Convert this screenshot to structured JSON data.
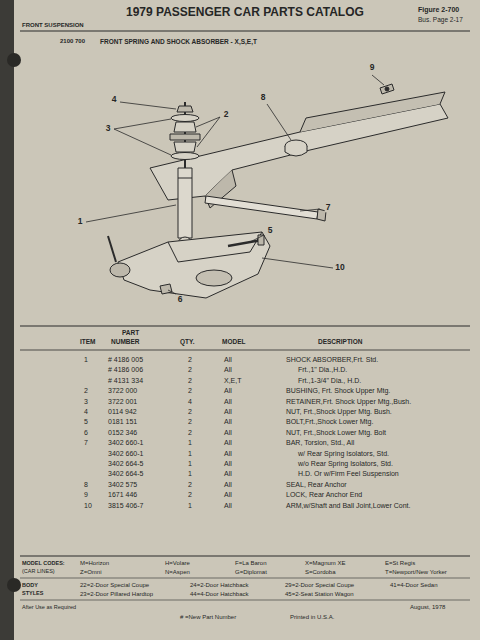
{
  "diagram": {
    "title": "1979 PASSENGER CAR PARTS CATALOG",
    "labels": [
      "FRONT SUSPENSION",
      "Figure 2-700",
      "Bus. Page 2-17",
      "2100 700",
      "FRONT SPRING AND SHOCK ABSORBER - X,S,E,T",
      "9",
      "4",
      "3",
      "2",
      "8",
      "1",
      "7",
      "5",
      "10",
      "6",
      "ITEM",
      "PART",
      "NUMBER",
      "QTY.",
      "MODEL",
      "DESCRIPTION",
      "1",
      "# 4186 005",
      "2",
      "All",
      "SHOCK ABSORBER,Frt. Std.",
      "# 4186 006",
      "2",
      "All",
      "Frt.,1\" Dia.,H.D.",
      "# 4131 334",
      "2",
      "X,E,T",
      "Frt.,1-3/4\" Dia., H.D.",
      "2",
      "3722 000",
      "2",
      "All",
      "BUSHING, Frt. Shock Upper Mtg.",
      "3",
      "3722 001",
      "4",
      "All",
      "RETAINER,Frt. Shock Upper Mtg.,Bush.",
      "4",
      "0114 942",
      "2",
      "All",
      "NUT, Frt.,Shock Upper Mtg. Bush.",
      "5",
      "0181 151",
      "2",
      "All",
      "BOLT,Frt.,Shock Lower Mtg.",
      "6",
      "0152 346",
      "2",
      "All",
      "NUT, Frt.,Shock Lower Mtg. Bolt",
      "7",
      "3402 660-1",
      "1",
      "All",
      "BAR, Torsion, Std., All",
      "3402 660-1",
      "1",
      "All",
      "w/ Rear Spring Isolators, Std.",
      "3402 664-5",
      "1",
      "All",
      "w/o Rear Spring Isolators, Std.",
      "3402 664-5",
      "1",
      "All",
      "H.D. Or w/Firm Feel Suspension",
      "8",
      "3402 575",
      "2",
      "All",
      "SEAL, Rear Anchor",
      "9",
      "1671 446",
      "2",
      "All",
      "LOCK, Rear Anchor End",
      "10",
      "3815 406-7",
      "1",
      "All",
      "ARM,w/Shaft and Ball Joint,Lower Cont.",
      "MODEL CODES:",
      "(CAR LINES)",
      "M=Horizon",
      "H=Volare",
      "F=La Baron",
      "X=Magnum XE",
      "E=St Regis",
      "Z=Omni",
      "N=Aspen",
      "G=Diplomat",
      "S=Cordoba",
      "T=Newport/New Yorker",
      "BODY",
      "STYLES",
      "22=2-Door Special Coupe",
      "24=2-Door Hatchback",
      "29=2-Door Special Coupe",
      "41=4-Door Sedan",
      "23=2-Door Pillared Hardtop",
      "44=4-Door Hatchback",
      "45=2-Seat Station Wagon",
      "After Use as Required",
      "# =New Part Number",
      "Printed in U.S.A.",
      "August, 1978"
    ]
  }
}
